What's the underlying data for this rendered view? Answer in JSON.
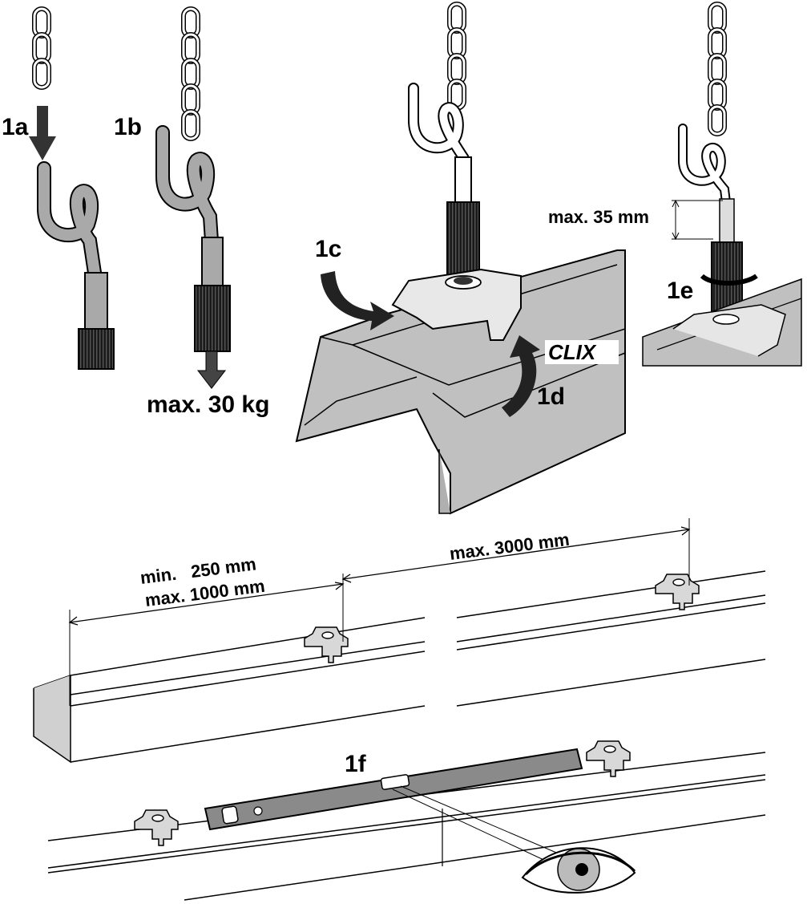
{
  "steps": {
    "s1a": "1a",
    "s1b": "1b",
    "s1c": "1c",
    "s1d": "1d",
    "s1e": "1e",
    "s1f": "1f"
  },
  "labels": {
    "max_load": "max. 30 kg",
    "clix": "CLIX",
    "max_35": "max. 35 mm",
    "min_250": "min.   250 mm",
    "max_1000": "max. 1000 mm",
    "max_3000": "max. 3000 mm"
  },
  "colors": {
    "profile_gray": "#c0c0c0",
    "cable_gray": "#a9a9a9",
    "dark_part": "#2a2a2a",
    "arrow_dark": "#333333",
    "level_gray": "#8a8a8a"
  }
}
